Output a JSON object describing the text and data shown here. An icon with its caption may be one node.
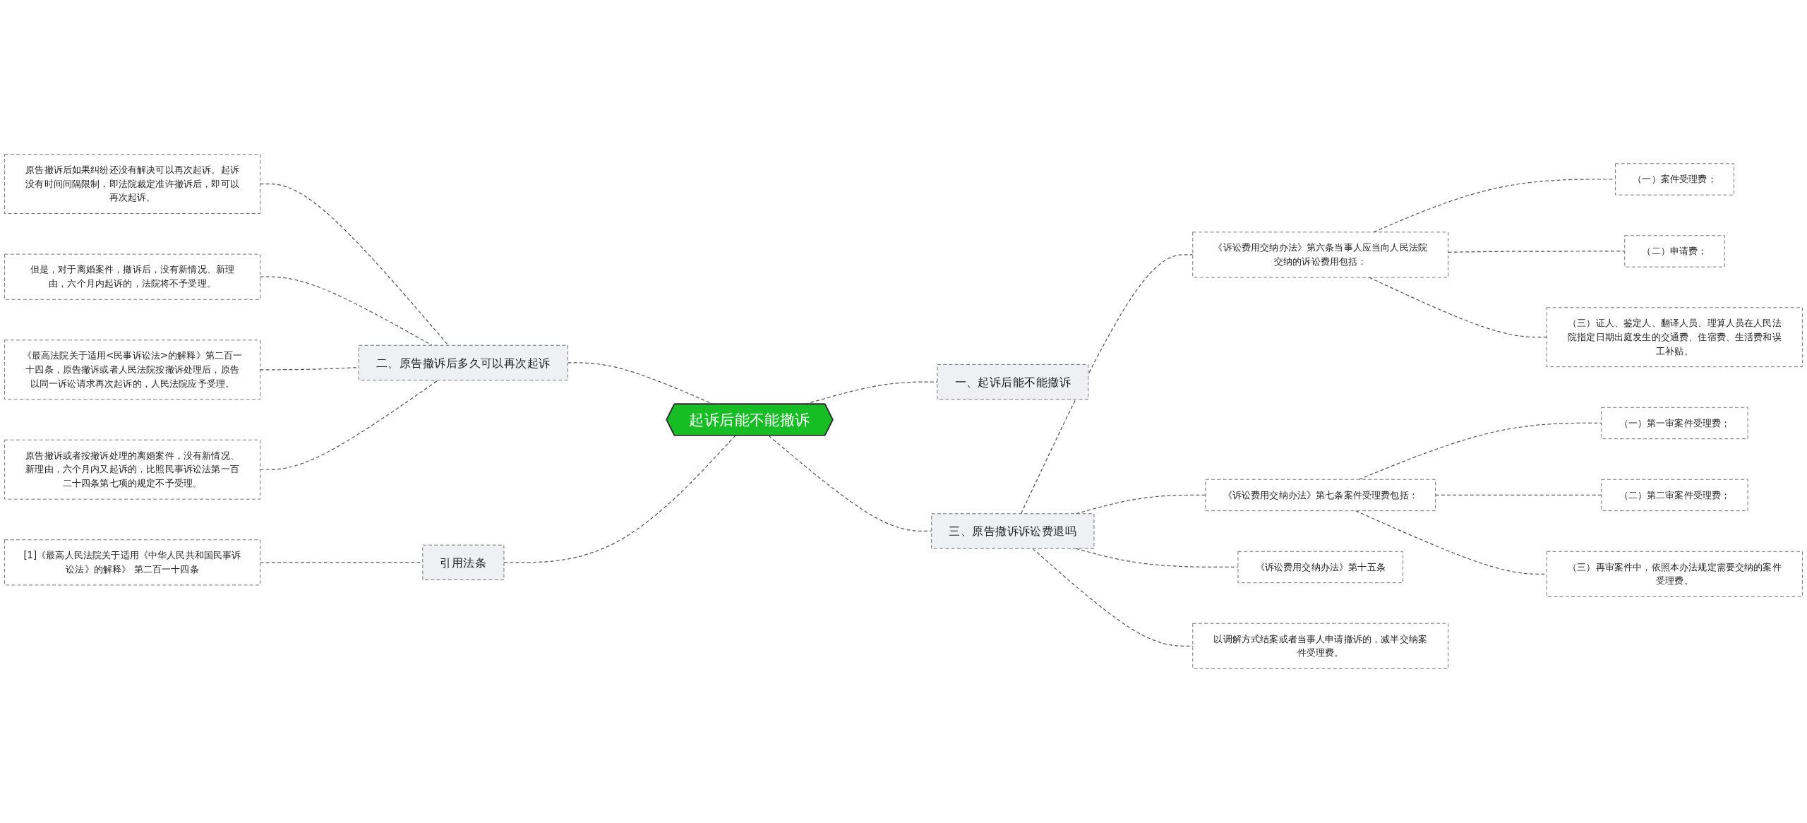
{
  "diagram": {
    "nodes": [
      {
        "text": [
          "起诉后能不能撤诉"
        ]
      },
      {
        "text": [
          "一、起诉后能不能撤诉"
        ]
      },
      {
        "text": [
          "三、原告撤诉诉讼费退吗"
        ]
      },
      {
        "text": [
          "《诉讼费用交纳办法》第六条当事人应当向人民法院交纳的诉讼费用包括："
        ]
      },
      {
        "text": [
          "（一）案件受理费；"
        ]
      },
      {
        "text": [
          "（二）申请费；"
        ]
      },
      {
        "text": [
          "（三）证人、鉴定人、翻译人员、理算人员在人民法院指定日期出庭发生的交通费、住宿费、生活费和误工补贴。"
        ]
      },
      {
        "text": [
          "《诉讼费用交纳办法》第七条案件受理费包括："
        ]
      },
      {
        "text": [
          "（一）第一审案件受理费；"
        ]
      },
      {
        "text": [
          "（二）第二审案件受理费；"
        ]
      },
      {
        "text": [
          "（三）再审案件中，依照本办法规定需要交纳的案件受理费。"
        ]
      },
      {
        "text": [
          "《诉讼费用交纳办法》第十五条"
        ]
      },
      {
        "text": [
          "以调解方式结案或者当事人申请撤诉的，减半交纳案件受理费。"
        ]
      },
      {
        "text": [
          "二、原告撤诉后多久可以再次起诉"
        ]
      },
      {
        "text": [
          "原告撤诉后如果纠纷还没有解决可以再次起诉。起诉没有时间间隔限制，即法院裁定准许撤诉后，即可以再次起诉。"
        ]
      },
      {
        "text": [
          "但是，对于离婚案件，撤诉后，没有新情况、新理由，六个月内起诉的，法院将不予受理。"
        ]
      },
      {
        "text": [
          "《最高法院关于适用<民事诉讼法>的解释》第二百一十四条，原告撤诉或者人民法院按撤诉处理后，原告以同一诉讼请求再次起诉的，人民法院应予受理。"
        ]
      },
      {
        "text": [
          "原告撤诉或者按撤诉处理的离婚案件，没有新情况、新理由，六个月内又起诉的，比照民事诉讼法第一百二十四条第七项的规定不予受理。"
        ]
      },
      {
        "text": [
          "引用法条"
        ]
      },
      {
        "text": [
          "[1]《最高人民法院关于适用《中华人民共和国民事诉讼法》的解释》 第二百一十四条"
        ]
      }
    ],
    "edges": [
      {
        "from": 0,
        "to": 1,
        "arrow": "none",
        "style": "dashed"
      },
      {
        "from": 0,
        "to": 2,
        "arrow": "none",
        "style": "dashed"
      },
      {
        "from": 2,
        "to": 3,
        "arrow": "none",
        "style": "dashed"
      },
      {
        "from": 3,
        "to": 4,
        "arrow": "none",
        "style": "dashed"
      },
      {
        "from": 3,
        "to": 5,
        "arrow": "none",
        "style": "dashed"
      },
      {
        "from": 3,
        "to": 6,
        "arrow": "none",
        "style": "dashed"
      },
      {
        "from": 2,
        "to": 7,
        "arrow": "none",
        "style": "dashed"
      },
      {
        "from": 7,
        "to": 8,
        "arrow": "none",
        "style": "dashed"
      },
      {
        "from": 7,
        "to": 9,
        "arrow": "none",
        "style": "dashed"
      },
      {
        "from": 7,
        "to": 10,
        "arrow": "none",
        "style": "dashed"
      },
      {
        "from": 2,
        "to": 11,
        "arrow": "none",
        "style": "dashed"
      },
      {
        "from": 2,
        "to": 12,
        "arrow": "none",
        "style": "dashed"
      },
      {
        "from": 13,
        "to": 0,
        "arrow": "none",
        "style": "dashed"
      },
      {
        "from": 14,
        "to": 13,
        "arrow": "none",
        "style": "dashed"
      },
      {
        "from": 15,
        "to": 13,
        "arrow": "none",
        "style": "dashed"
      },
      {
        "from": 16,
        "to": 13,
        "arrow": "none",
        "style": "dashed"
      },
      {
        "from": 17,
        "to": 13,
        "arrow": "none",
        "style": "dashed"
      },
      {
        "from": 18,
        "to": 0,
        "arrow": "none",
        "style": "dashed"
      },
      {
        "from": 19,
        "to": 18,
        "arrow": "none",
        "style": "dashed"
      }
    ]
  }
}
